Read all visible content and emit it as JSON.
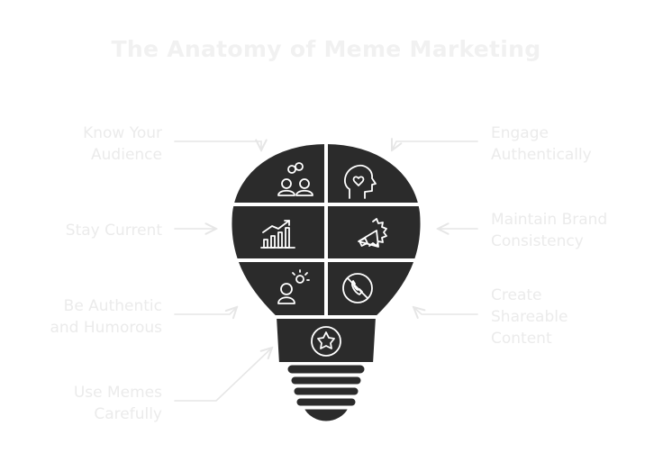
{
  "title": "The Anatomy of Meme Marketing",
  "labels": {
    "know_audience": [
      "Know Your",
      "Audience"
    ],
    "stay_current": [
      "Stay Current"
    ],
    "authentic_humorous": [
      "Be Authentic",
      "and Humorous"
    ],
    "use_memes": [
      "Use Memes",
      "Carefully"
    ],
    "engage": [
      "Engage",
      "Authentically"
    ],
    "brand_consistency": [
      "Maintain Brand",
      "Consistency"
    ],
    "shareable": [
      "Create",
      "Shareable",
      "Content"
    ]
  },
  "icons": {
    "r1c1": "audience-people-icon",
    "r1c2": "head-heart-icon",
    "r2c1": "trending-chart-icon",
    "r2c2": "megaphone-badge-icon",
    "r3c1": "person-idea-icon",
    "r3c2": "no-call-icon",
    "bottom": "star-badge-icon"
  },
  "colors": {
    "bulb": "#2b2b2b",
    "outline": "#ffffff",
    "text": "#ebebeb",
    "arrow": "#e6e6e6"
  }
}
